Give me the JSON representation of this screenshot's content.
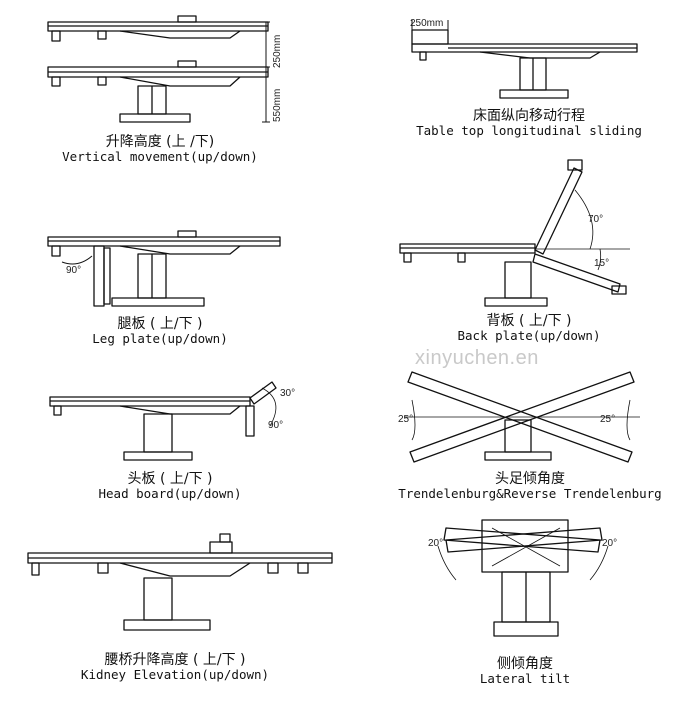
{
  "panels": [
    {
      "cn": "升降高度 (上 /下)",
      "en": "Vertical movement(up/down)"
    },
    {
      "cn": "床面纵向移动行程",
      "en": "Table top longitudinal sliding"
    },
    {
      "cn": "腿板 ( 上/下 )",
      "en": "Leg plate(up/down)"
    },
    {
      "cn": "背板 ( 上/下 )",
      "en": "Back plate(up/down)"
    },
    {
      "cn": "头板 ( 上/下 )",
      "en": "Head board(up/down)"
    },
    {
      "cn": "头足倾角度",
      "en": "Trendelenburg&Reverse Trendelenburg"
    },
    {
      "cn": "腰桥升降高度 ( 上/下 )",
      "en": "Kidney Elevation(up/down)"
    },
    {
      "cn": "侧倾角度",
      "en": "Lateral tilt"
    }
  ],
  "dimensions": {
    "travel_250": "250mm",
    "height_550": "550mm",
    "slide_250": "250mm",
    "leg_90": "90°",
    "back_70": "70°",
    "back_15": "15°",
    "head_30": "30°",
    "head_90": "90°",
    "trend_left": "25°",
    "trend_right": "25°",
    "tilt_left": "20°",
    "tilt_right": "20°"
  },
  "watermark": "xinyuchen.en"
}
